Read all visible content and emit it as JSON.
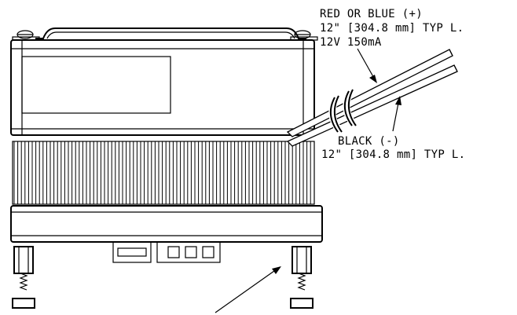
{
  "drawing": {
    "callouts": {
      "positive_wire_line1": "RED OR BLUE (+)",
      "positive_wire_line2": "12\" [304.8 mm] TYP L.",
      "power_rating": "12V 150mA",
      "negative_wire_line1": "BLACK (-)",
      "negative_wire_line2": "12\" [304.8 mm] TYP L."
    },
    "colors": {
      "line": "#000000",
      "background": "#ffffff"
    }
  }
}
